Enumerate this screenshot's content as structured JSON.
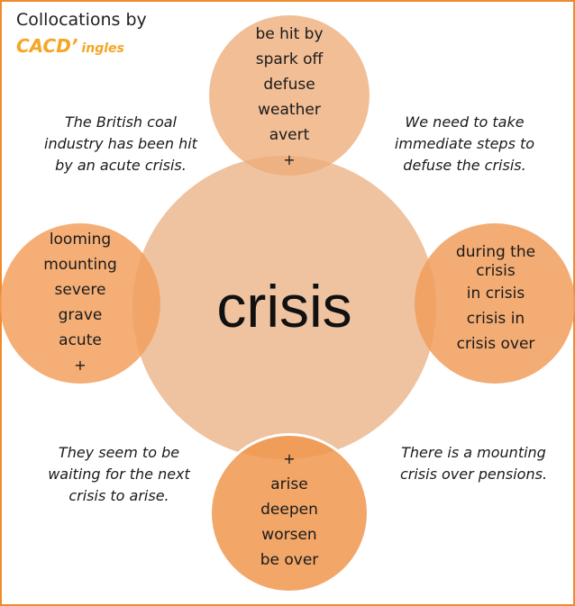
{
  "brand": {
    "title": "Collocations by",
    "logo_main": "CACD’",
    "logo_sub": "ingles"
  },
  "center": {
    "word": "crisis"
  },
  "top": {
    "items": [
      "be hit by",
      "spark off",
      "defuse",
      "weather",
      "avert"
    ],
    "plus": "+"
  },
  "left": {
    "items": [
      "looming",
      "mounting",
      "severe",
      "grave",
      "acute"
    ],
    "plus": "+"
  },
  "right": {
    "items": [
      "during the",
      "crisis",
      "in crisis",
      "crisis in",
      "crisis over"
    ]
  },
  "bottom": {
    "plus": "+",
    "items": [
      "arise",
      "deepen",
      "worsen",
      "be over"
    ]
  },
  "examples": {
    "top_left": "The British coal industry has been hit by an acute crisis.",
    "top_right": "We need to take immediate steps to defuse the crisis.",
    "bottom_left": "They seem to be waiting for the next crisis to arise.",
    "bottom_right": "There is a mounting crisis over pensions."
  },
  "colors": {
    "border": "#ED8B2E",
    "center_circle": "#EFC3A0",
    "outer_circle": "#F2A05E",
    "brand_accent": "#F5A623"
  }
}
